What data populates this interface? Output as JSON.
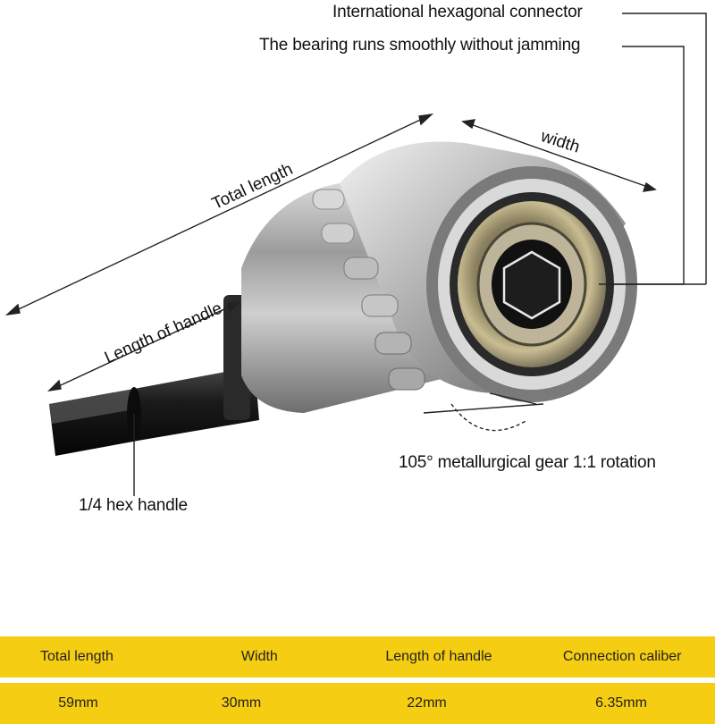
{
  "callouts": {
    "connector": "International hexagonal connector",
    "bearing": "The bearing runs smoothly without jamming",
    "gear": "105° metallurgical gear 1:1 rotation",
    "hex_handle": "1/4 hex handle"
  },
  "dimensions": {
    "total_length": "Total length",
    "length_of_handle": "Length of handle",
    "width": "width"
  },
  "spec_table": {
    "headers": [
      "Total length",
      "Width",
      "Length of handle",
      "Connection caliber"
    ],
    "values": [
      "59mm",
      "30mm",
      "22mm",
      "6.35mm"
    ],
    "color": "#f5cd12"
  }
}
